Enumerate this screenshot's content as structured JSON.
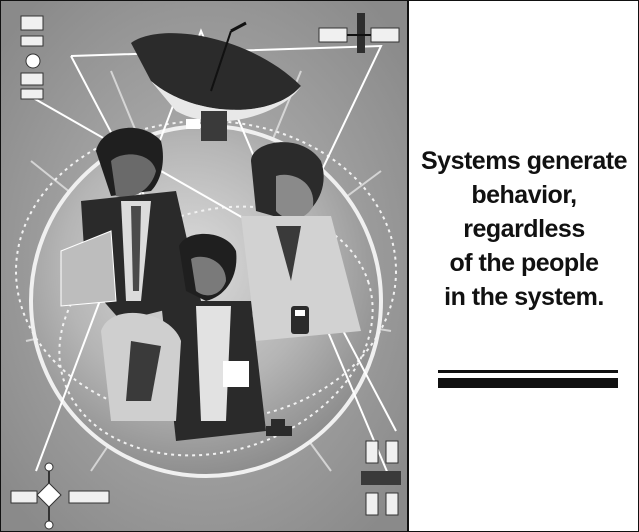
{
  "illustration": {
    "figures": [
      "man-on-phone-icon",
      "woman-on-phone-icon",
      "man-looking-up-icon"
    ],
    "objects": [
      "satellite-dish-icon",
      "satellite-icon",
      "telephone-icon",
      "computer-icon"
    ]
  },
  "caption": {
    "lines": [
      "Systems generate",
      "behavior,",
      "regardless",
      "of the people",
      "in the system."
    ]
  },
  "colors": {
    "ink": "#111111",
    "paper": "#ffffff",
    "background_gray": "#9a9a9a",
    "globe_gray": "#c4c4c4"
  }
}
